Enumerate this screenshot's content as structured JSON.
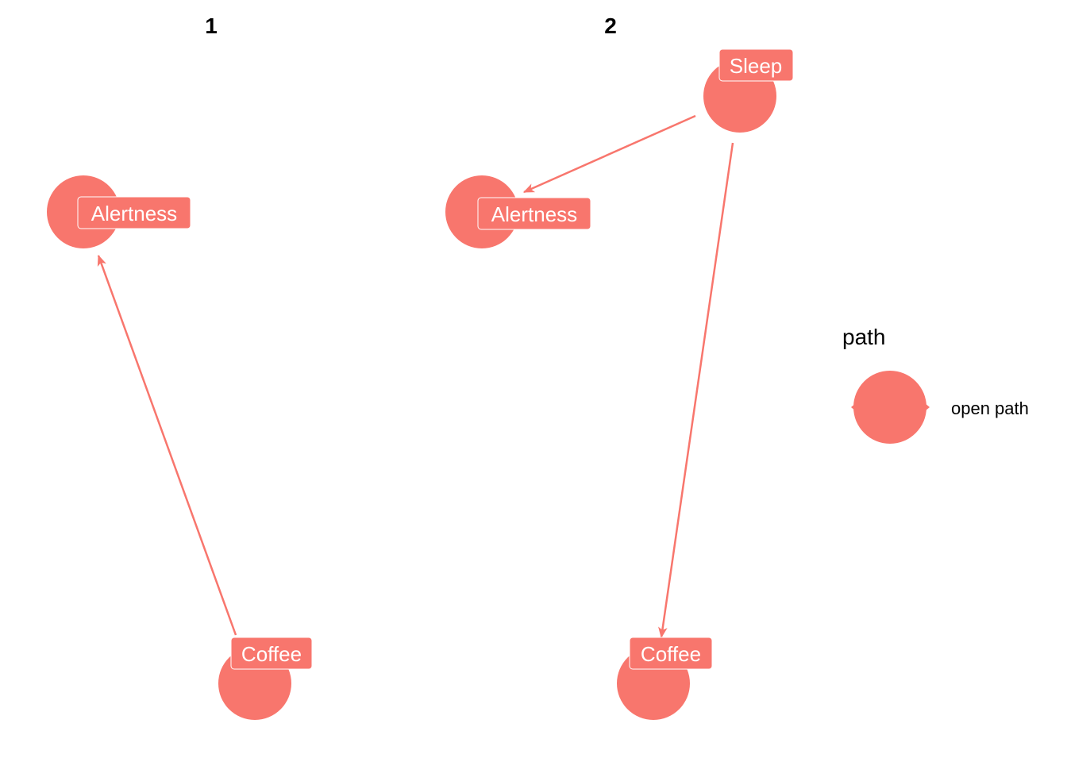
{
  "colors": {
    "node": "#F8766D",
    "edge": "#F8766D",
    "label_text": "#FFFFFF",
    "background": "#FFFFFF"
  },
  "panels": [
    {
      "title": "1",
      "nodes": [
        {
          "id": "alertness",
          "label": "Alertness"
        },
        {
          "id": "coffee",
          "label": "Coffee"
        }
      ],
      "edges": [
        {
          "from": "coffee",
          "to": "alertness",
          "status": "open path"
        }
      ]
    },
    {
      "title": "2",
      "nodes": [
        {
          "id": "sleep",
          "label": "Sleep"
        },
        {
          "id": "alertness",
          "label": "Alertness"
        },
        {
          "id": "coffee",
          "label": "Coffee"
        }
      ],
      "edges": [
        {
          "from": "sleep",
          "to": "alertness",
          "status": "open path"
        },
        {
          "from": "sleep",
          "to": "coffee",
          "status": "open path"
        }
      ]
    }
  ],
  "legend": {
    "title": "path",
    "items": [
      {
        "label": "open path",
        "color": "#F8766D"
      }
    ]
  }
}
